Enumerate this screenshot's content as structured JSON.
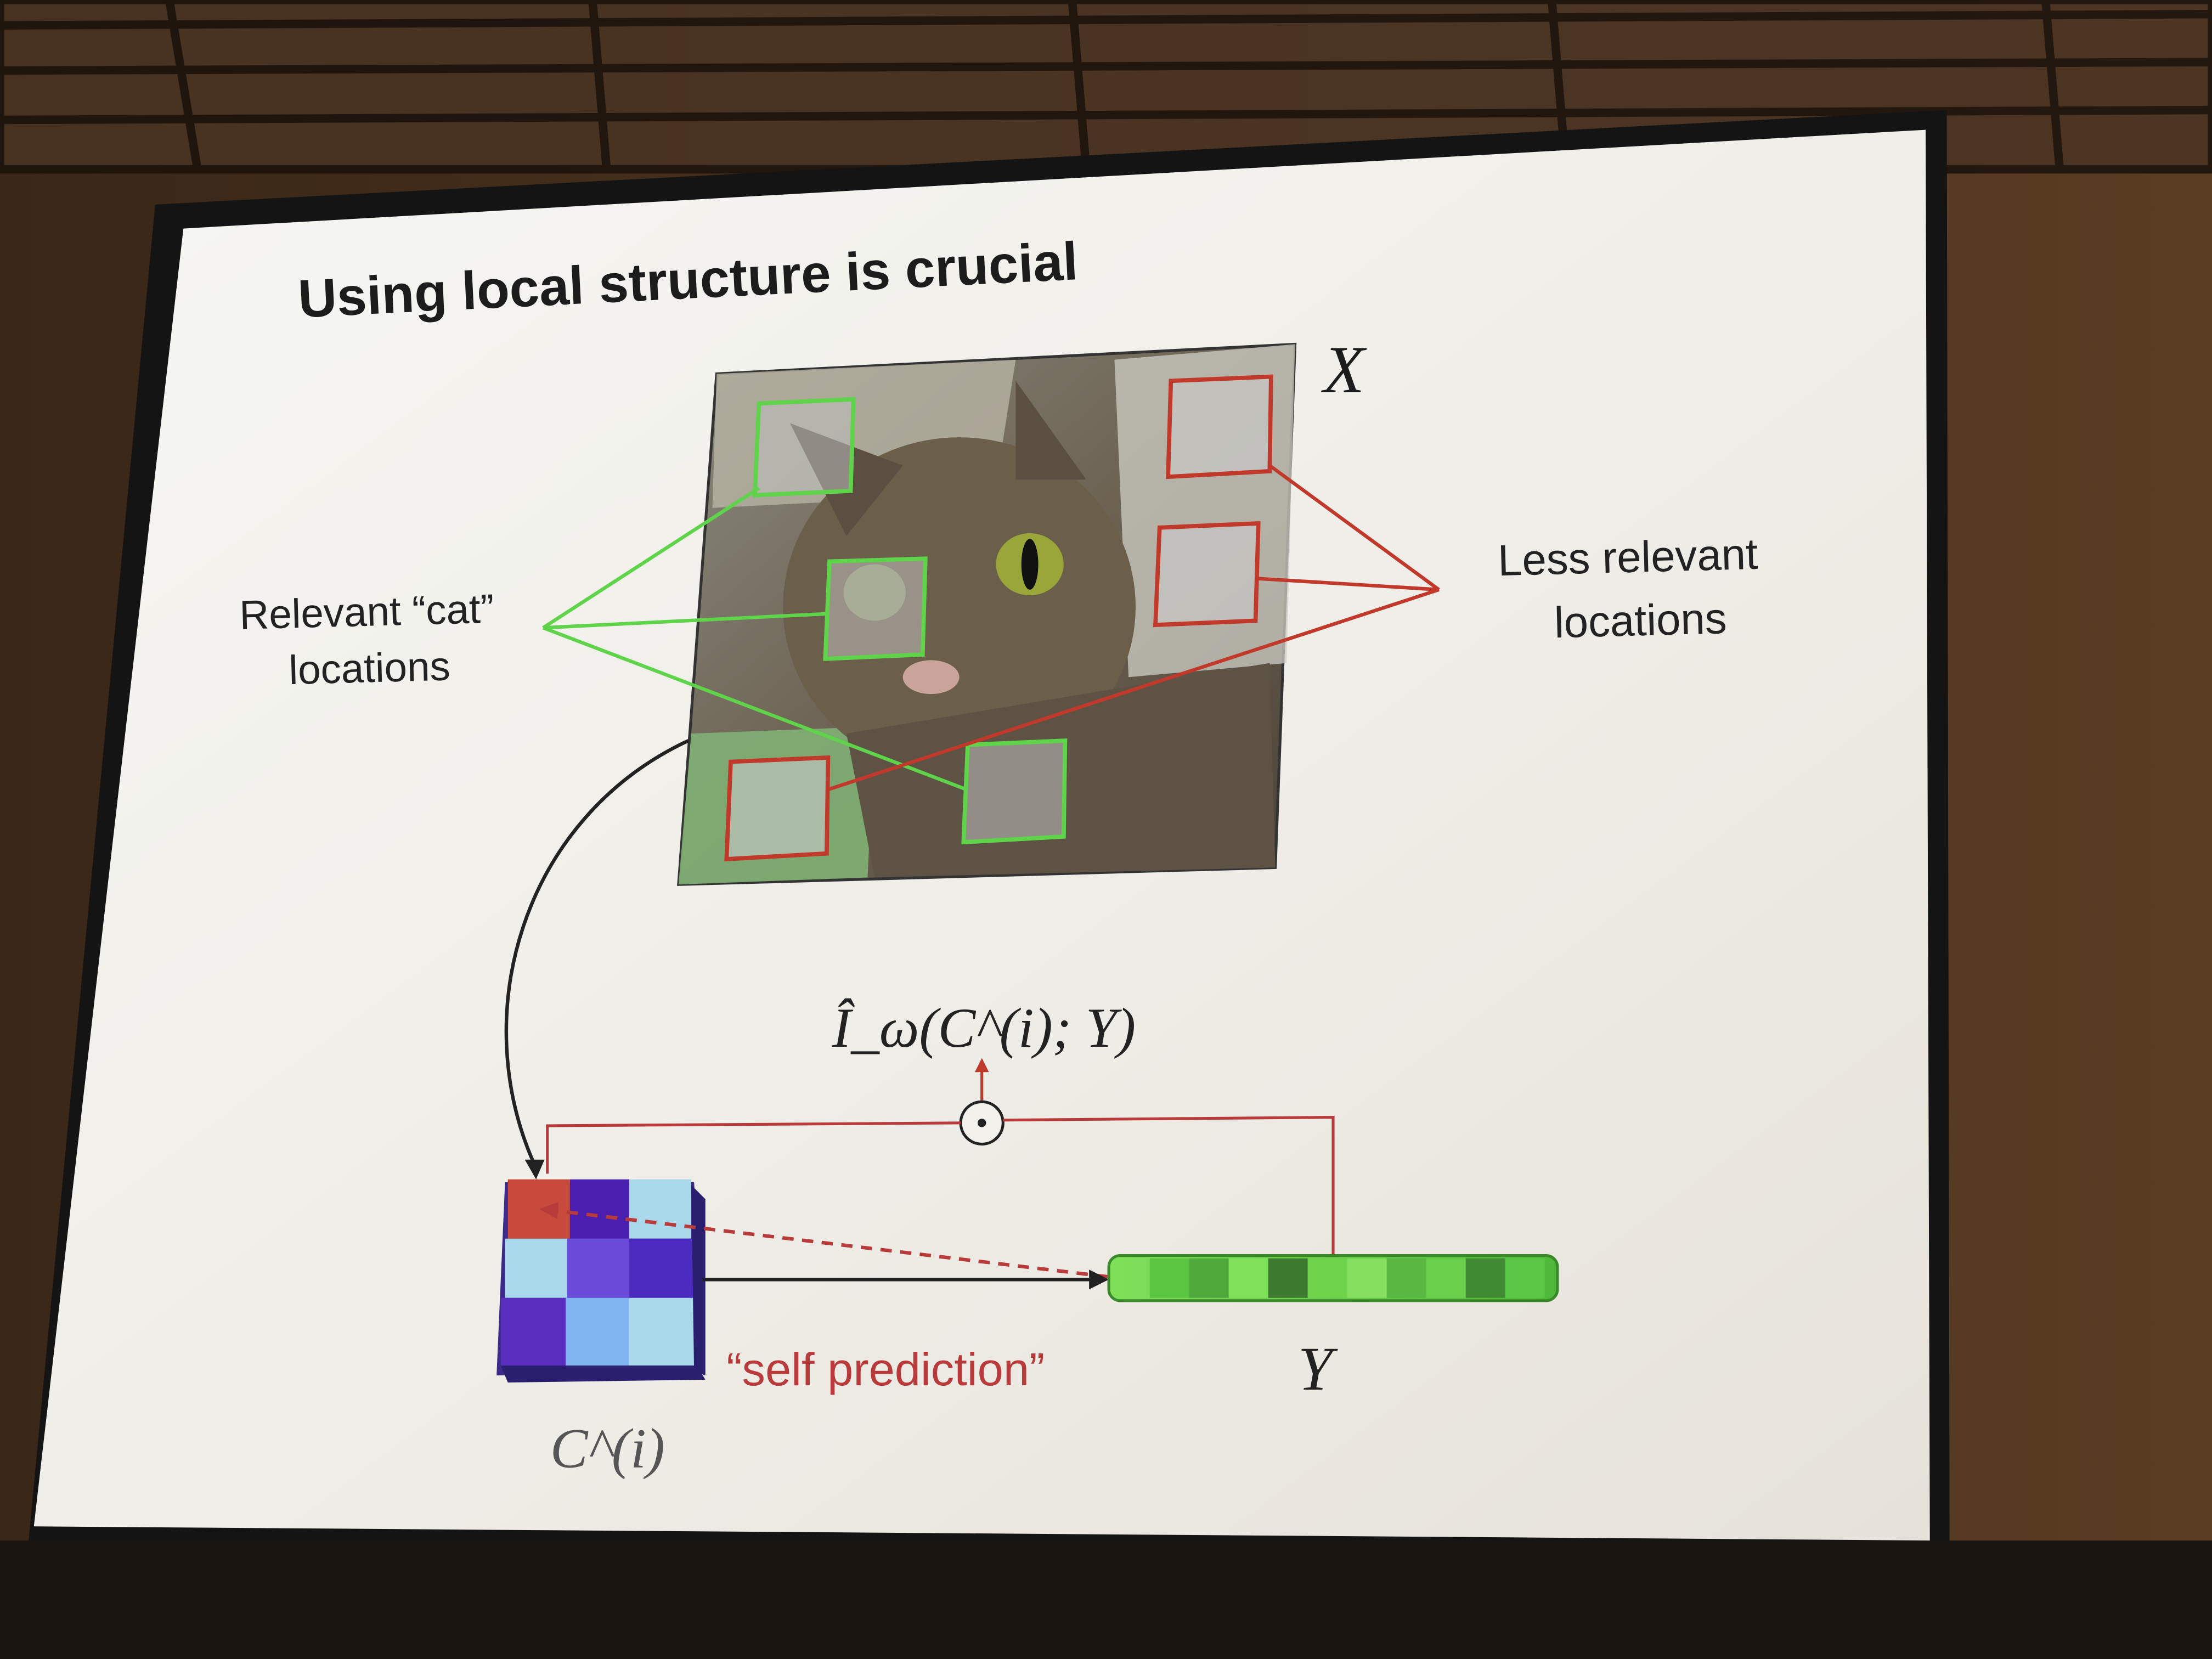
{
  "slide": {
    "title": "Using local structure is crucial",
    "image_label": "X",
    "relevant_label_line1": "Relevant “cat”",
    "relevant_label_line2": "locations",
    "less_relevant_line1": "Less relevant",
    "less_relevant_line2": "locations",
    "mi_estimator": "Î_ω(C^(i); Y)",
    "self_prediction": "“self prediction”",
    "y_label": "Y",
    "context_label": "C^(i)",
    "dot_symbol": "⊙"
  },
  "colors": {
    "relevant": "#5fd34a",
    "less_relevant": "#c0392b",
    "arrow_dark": "#222222",
    "self_pred_red": "#b83a3a",
    "screen_white": "#f3f1ec",
    "title_text": "#1c1c1c",
    "y_vector_green": "#6fd24a",
    "cube_purple": "#5a2fc0",
    "cube_lightblue": "#a9d8ea"
  },
  "icons": {
    "dot_operator": "circled-dot-icon",
    "arrow_up": "arrow-up-icon"
  }
}
